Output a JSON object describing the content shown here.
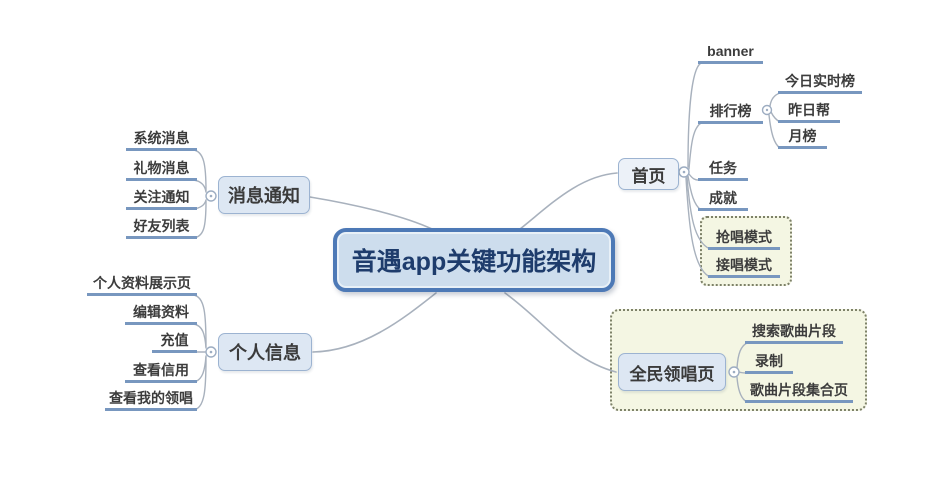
{
  "mindmap": {
    "root": {
      "label": "音遇app关键功能架构"
    },
    "branches": {
      "message": {
        "label": "消息通知",
        "children": [
          "系统消息",
          "礼物消息",
          "关注通知",
          "好友列表"
        ]
      },
      "personal": {
        "label": "个人信息",
        "children": [
          "个人资料展示页",
          "编辑资料",
          "充值",
          "查看信用",
          "查看我的领唱"
        ]
      },
      "home": {
        "label": "首页",
        "children": [
          "banner",
          "排行榜",
          "任务",
          "成就"
        ],
        "ranking_sub": [
          "今日实时榜",
          "昨日帮",
          "月榜"
        ],
        "mode_group": [
          "抢唱模式",
          "接唱模式"
        ]
      },
      "lead": {
        "label": "全民领唱页",
        "children": [
          "搜索歌曲片段",
          "录制",
          "歌曲片段集合页"
        ]
      }
    },
    "colors": {
      "root_fill": "#cddded",
      "root_border": "#4d79b6",
      "root_text": "#1e3c6c",
      "node_fill": "#dde7f3",
      "node_border": "#9cb3d1",
      "topic_underline": "#7897bf",
      "connector_line": "#a8b1bd",
      "boundary_fill": "#f4f6e3",
      "boundary_border": "#7d8168"
    }
  }
}
